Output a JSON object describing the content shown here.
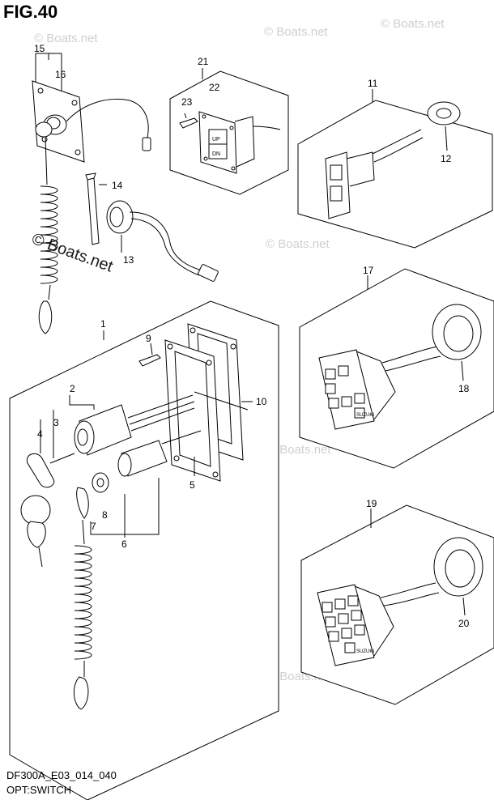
{
  "figure": {
    "title": "FIG.40",
    "code": "DF300A_E03_014_040",
    "name": "OPT:SWITCH"
  },
  "watermark": {
    "text": "© Boats.net"
  },
  "callouts": [
    "1",
    "2",
    "3",
    "4",
    "5",
    "6",
    "7",
    "8",
    "9",
    "10",
    "11",
    "12",
    "13",
    "14",
    "15",
    "16",
    "17",
    "18",
    "19",
    "20",
    "21",
    "22",
    "23"
  ],
  "switch_labels": {
    "upper": "UP",
    "lower": "DN"
  },
  "brand_mark": "SUZUKI"
}
